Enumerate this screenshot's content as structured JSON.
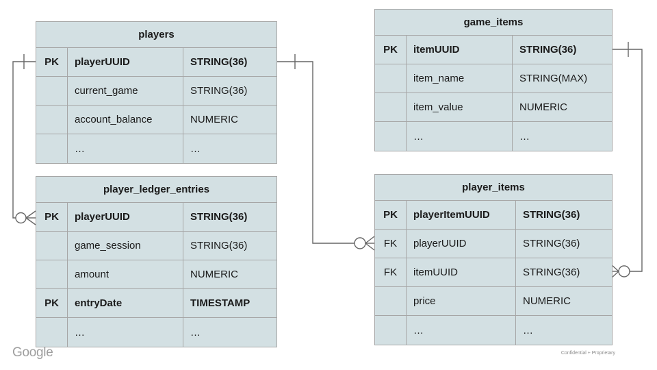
{
  "page": {
    "footer": {
      "brand": "Google",
      "note": "Confidential + Proprietary"
    }
  },
  "colors": {
    "table_fill": "#d3e0e3",
    "table_border": "#a6a6a6",
    "connector": "#666666",
    "footer_gray": "#9e9e9e"
  },
  "diagram": {
    "tables": [
      {
        "id": "players",
        "title": "players",
        "rows": [
          {
            "key": "PK",
            "field": "playerUUID",
            "type": "STRING(36)"
          },
          {
            "key": "",
            "field": "current_game",
            "type": "STRING(36)"
          },
          {
            "key": "",
            "field": "account_balance",
            "type": "NUMERIC"
          },
          {
            "key": "",
            "field": "…",
            "type": "…"
          }
        ]
      },
      {
        "id": "game_items",
        "title": "game_items",
        "rows": [
          {
            "key": "PK",
            "field": "itemUUID",
            "type": "STRING(36)"
          },
          {
            "key": "",
            "field": "item_name",
            "type": "STRING(MAX)"
          },
          {
            "key": "",
            "field": "item_value",
            "type": "NUMERIC"
          },
          {
            "key": "",
            "field": "…",
            "type": "…"
          }
        ]
      },
      {
        "id": "player_ledger_entries",
        "title": "player_ledger_entries",
        "rows": [
          {
            "key": "PK",
            "field": "playerUUID",
            "type": "STRING(36)"
          },
          {
            "key": "",
            "field": "game_session",
            "type": "STRING(36)"
          },
          {
            "key": "",
            "field": "amount",
            "type": "NUMERIC"
          },
          {
            "key": "PK",
            "field": "entryDate",
            "type": "TIMESTAMP"
          },
          {
            "key": "",
            "field": "…",
            "type": "…"
          }
        ]
      },
      {
        "id": "player_items",
        "title": "player_items",
        "rows": [
          {
            "key": "PK",
            "field": "playerItemUUID",
            "type": "STRING(36)"
          },
          {
            "key": "FK",
            "field": "playerUUID",
            "type": "STRING(36)"
          },
          {
            "key": "FK",
            "field": "itemUUID",
            "type": "STRING(36)"
          },
          {
            "key": "",
            "field": "price",
            "type": "NUMERIC"
          },
          {
            "key": "",
            "field": "…",
            "type": "…"
          }
        ]
      }
    ],
    "relationships": [
      {
        "from_table": "players",
        "from_field": "playerUUID",
        "to_table": "player_ledger_entries",
        "to_field": "playerUUID",
        "from_cardinality": "one",
        "to_cardinality": "zero-or-many"
      },
      {
        "from_table": "players",
        "from_field": "playerUUID",
        "to_table": "player_items",
        "to_field": "playerUUID",
        "from_cardinality": "one",
        "to_cardinality": "zero-or-many"
      },
      {
        "from_table": "game_items",
        "from_field": "itemUUID",
        "to_table": "player_items",
        "to_field": "itemUUID",
        "from_cardinality": "one",
        "to_cardinality": "zero-or-many"
      }
    ]
  }
}
